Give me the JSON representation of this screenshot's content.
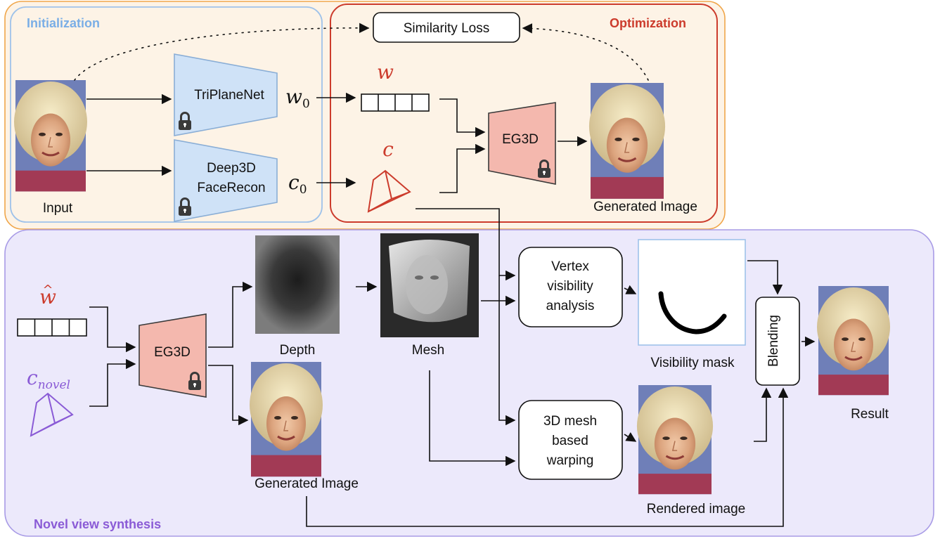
{
  "sections": {
    "initialization": "Initialization",
    "optimization": "Optimization",
    "novel_view_synthesis": "Novel view synthesis"
  },
  "nodes": {
    "similarity_loss": "Similarity Loss",
    "triplanenet": "TriPlaneNet",
    "deep3d_line1": "Deep3D",
    "deep3d_line2": "FaceRecon",
    "eg3d_top": "EG3D",
    "eg3d_bottom": "EG3D",
    "vertex_line1": "Vertex",
    "vertex_line2": "visibility",
    "vertex_line3": "analysis",
    "warp_line1": "3D mesh",
    "warp_line2": "based",
    "warp_line3": "warping",
    "blending": "Blending"
  },
  "labels": {
    "input": "Input",
    "generated_image_top": "Generated Image",
    "depth": "Depth",
    "mesh": "Mesh",
    "generated_image_bottom": "Generated Image",
    "visibility_mask": "Visibility mask",
    "rendered_image": "Rendered image",
    "result": "Result"
  },
  "math": {
    "w0_base": "w",
    "w0_sub": "0",
    "c0_base": "c",
    "c0_sub": "0",
    "w": "w",
    "c": "c",
    "w_hat": "w",
    "hat": "^",
    "c_novel_base": "c",
    "c_novel_sub": "novel"
  },
  "colors": {
    "initialization": "#7aaee6",
    "optimization": "#cc3b2c",
    "novel_view": "#8a5bd6",
    "encoder_fill": "#cfe2f7",
    "generator_fill": "#f4b8ae",
    "top_panel_fill": "#fdf3e6",
    "top_panel_border": "#f0a64a",
    "bottom_panel_fill": "#ece9fb",
    "bottom_panel_border": "#a89be6"
  }
}
